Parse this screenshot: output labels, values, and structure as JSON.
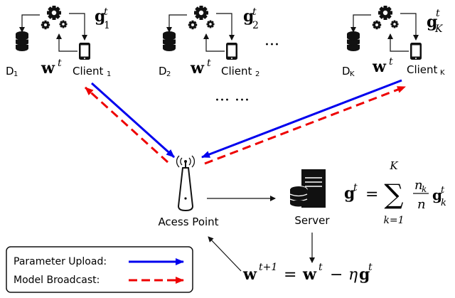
{
  "clients": [
    {
      "dataset_base": "D",
      "dataset_sub": "1",
      "client_base": "Client",
      "client_sub": "1",
      "grad_sub": "1",
      "grad_sup": "t",
      "weight_sup": "t"
    },
    {
      "dataset_base": "D",
      "dataset_sub": "2",
      "client_base": "Client",
      "client_sub": "2",
      "grad_sub": "2",
      "grad_sup": "t",
      "weight_sup": "t"
    },
    {
      "dataset_base": "D",
      "dataset_sub": "K",
      "client_base": "Client",
      "client_sub": "K",
      "grad_sub": "K",
      "grad_sup": "t",
      "weight_sup": "t"
    }
  ],
  "ellipsis_top": "···",
  "ellipsis_middle": "··· ···",
  "access_point_label": "Acess Point",
  "server_label": "Server",
  "aggregation_formula": {
    "lhs": "g",
    "lhs_sup": "t",
    "equals": "=",
    "sum": "∑",
    "sum_upper": "K",
    "sum_lower": "k=1",
    "frac_num": "n",
    "frac_num_sub": "k",
    "frac_den": "n",
    "term": "g",
    "term_sub": "k",
    "term_sup": "t"
  },
  "update_formula": {
    "w": "w",
    "sup_next": "t+1",
    "equals": "=",
    "w2": "w",
    "sup_t": "t",
    "minus": "−",
    "eta": "η",
    "g": "g",
    "g_sup": "t"
  },
  "legend": {
    "upload_label": "Parameter Upload:",
    "broadcast_label": "Model Broadcast:"
  },
  "colors": {
    "upload": "#0000ee",
    "broadcast": "#ee0000",
    "dark": "#111111"
  }
}
